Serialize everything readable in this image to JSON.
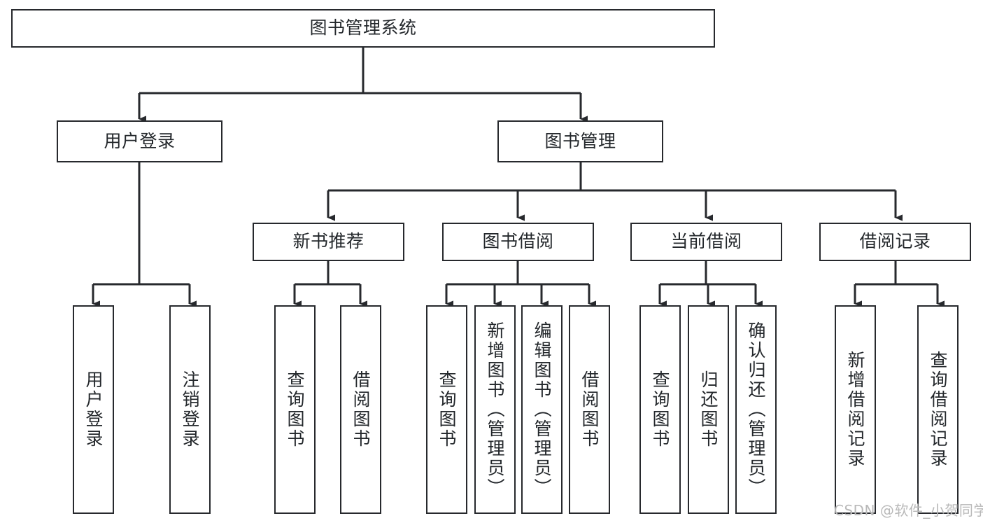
{
  "diagram": {
    "title": "图书管理系统",
    "type": "tree-hierarchy-chart",
    "root": {
      "id": "root",
      "label": "图书管理系统"
    },
    "level2": [
      {
        "id": "user-login",
        "label": "用户登录"
      },
      {
        "id": "book-manage",
        "label": "图书管理"
      }
    ],
    "level3": [
      {
        "id": "new-book-recommend",
        "label": "新书推荐"
      },
      {
        "id": "book-borrow",
        "label": "图书借阅"
      },
      {
        "id": "current-borrow",
        "label": "当前借阅"
      },
      {
        "id": "borrow-record",
        "label": "借阅记录"
      }
    ],
    "leaves": {
      "user_login": [
        {
          "id": "leaf-user-login",
          "label": "用户登录"
        },
        {
          "id": "leaf-user-logout",
          "label": "注销登录"
        }
      ],
      "new_book_recommend": [
        {
          "id": "leaf-query-book-1",
          "label": "查询图书"
        },
        {
          "id": "leaf-borrow-book-1",
          "label": "借阅图书"
        }
      ],
      "book_borrow": [
        {
          "id": "leaf-query-book-2",
          "label": "查询图书"
        },
        {
          "id": "leaf-add-book",
          "label": "新增图书（管理员）"
        },
        {
          "id": "leaf-edit-book",
          "label": "编辑图书（管理员）"
        },
        {
          "id": "leaf-borrow-book-2",
          "label": "借阅图书"
        }
      ],
      "current_borrow": [
        {
          "id": "leaf-query-book-3",
          "label": "查询图书"
        },
        {
          "id": "leaf-return-book",
          "label": "归还图书"
        },
        {
          "id": "leaf-confirm-return",
          "label": "确认归还（管理员）"
        }
      ],
      "borrow_record": [
        {
          "id": "leaf-add-record",
          "label": "新增借阅记录"
        },
        {
          "id": "leaf-query-record",
          "label": "查询借阅记录"
        }
      ]
    }
  },
  "watermark": {
    "text": "CSDN @软件_小贺同学"
  },
  "colors": {
    "stroke": "#27292d",
    "background": "#ffffff",
    "text": "#23272b",
    "watermark": "#b9b9b9"
  }
}
